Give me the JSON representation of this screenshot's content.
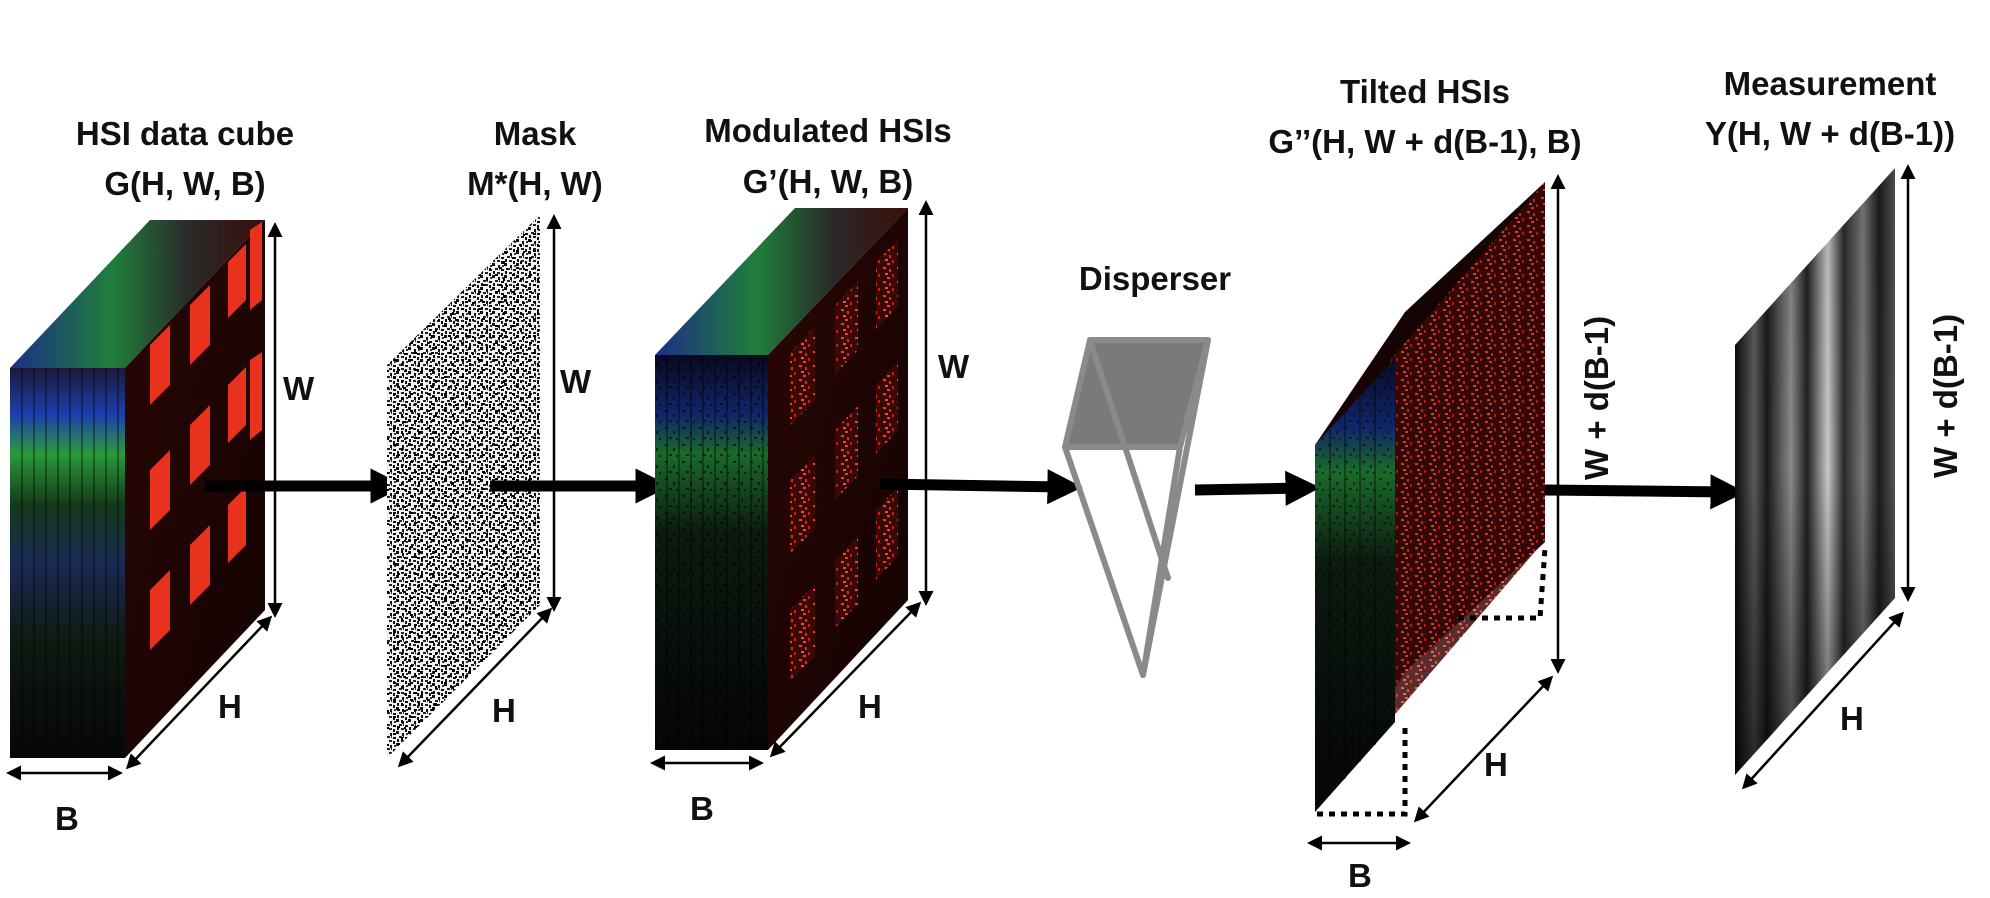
{
  "stages": [
    {
      "id": "hsi-cube",
      "title": "HSI data cube",
      "formula": "G(H, W, B)",
      "dims": {
        "w": "W",
        "h": "H",
        "b": "B"
      }
    },
    {
      "id": "mask",
      "title": "Mask",
      "formula": "M*(H, W)",
      "dims": {
        "w": "W",
        "h": "H"
      }
    },
    {
      "id": "modulated",
      "title": "Modulated HSIs",
      "formula": "G’(H, W, B)",
      "dims": {
        "w": "W",
        "h": "H",
        "b": "B"
      }
    },
    {
      "id": "disperser",
      "title": "Disperser"
    },
    {
      "id": "tilted",
      "title": "Tilted HSIs",
      "formula": "G’’(H, W + d(B-1), B)",
      "dims": {
        "w": "W + d(B-1)",
        "h": "H",
        "b": "B"
      }
    },
    {
      "id": "measurement",
      "title": "Measurement",
      "formula": "Y(H, W + d(B-1))",
      "dims": {
        "w": "W + d(B-1)",
        "h": "H"
      }
    }
  ],
  "colors": {
    "arrow": "#000000",
    "prism": "#8a8a8a",
    "cube_red": "#e8321e",
    "cube_green": "#2fa83a",
    "cube_blue": "#2a4fd6"
  }
}
